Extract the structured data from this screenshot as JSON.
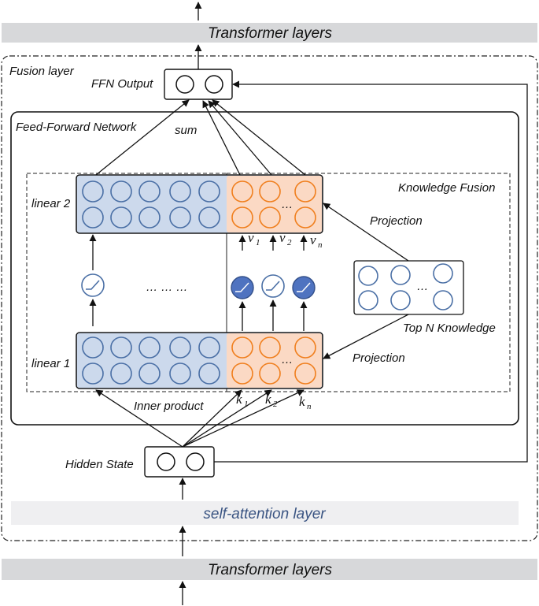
{
  "top_bar": {
    "label": "Transformer layers"
  },
  "bottom_bar": {
    "label": "Transformer layers"
  },
  "fusion_layer": {
    "label": "Fusion layer",
    "ffn_output_label": "FFN Output",
    "self_attention_label": "self-attention layer",
    "hidden_state_label": "Hidden State"
  },
  "ffn": {
    "label": "Feed-Forward Network",
    "sum_label": "sum",
    "linear2_label": "linear 2",
    "linear1_label": "linear 1",
    "ellipsis": "… … …",
    "inner_product_label": "Inner product"
  },
  "knowledge_fusion": {
    "label": "Knowledge Fusion",
    "projection_top_label": "Projection",
    "projection_bottom_label": "Projection",
    "top_n_label": "Top N Knowledge",
    "cell_ellipsis": "…",
    "v_labels": [
      {
        "base": "v",
        "sub": "1"
      },
      {
        "base": "v",
        "sub": "2"
      },
      {
        "base": "v",
        "sub": "n"
      }
    ],
    "k_labels": [
      {
        "base": "k",
        "sub": "1"
      },
      {
        "base": "k",
        "sub": "2"
      },
      {
        "base": "k",
        "sub": "n"
      }
    ]
  },
  "colors": {
    "blue_fill": "#ccd9ec",
    "blue_circle": "#4a6fa5",
    "orange_fill": "#fbd9c4",
    "orange_circle": "#f07f1e",
    "activation_fill": "#4f73c0",
    "grey_bar": "#d7d8da",
    "light_bar": "#efeff1",
    "self_attention_text": "#3b5583"
  }
}
